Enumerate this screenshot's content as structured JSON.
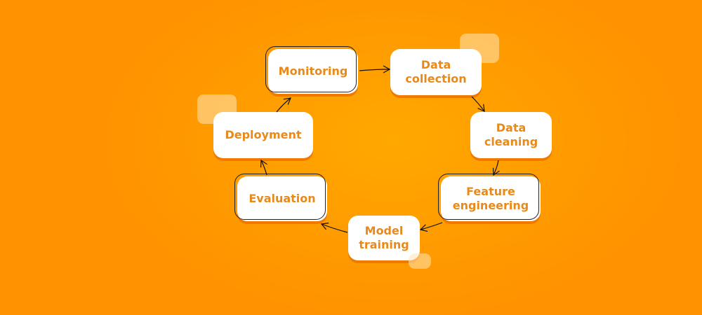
{
  "diagram": {
    "type": "cycle",
    "steps": [
      {
        "id": "monitoring",
        "label": "Monitoring"
      },
      {
        "id": "data-collection",
        "label": "Data collection"
      },
      {
        "id": "data-cleaning",
        "label": "Data cleaning"
      },
      {
        "id": "feature-engineering",
        "label": "Feature engineering"
      },
      {
        "id": "model-training",
        "label": "Model training"
      },
      {
        "id": "evaluation",
        "label": "Evaluation"
      },
      {
        "id": "deployment",
        "label": "Deployment"
      }
    ],
    "colors": {
      "text": "#e8891a",
      "background": "#ff9c00",
      "box": "#ffffff"
    }
  }
}
